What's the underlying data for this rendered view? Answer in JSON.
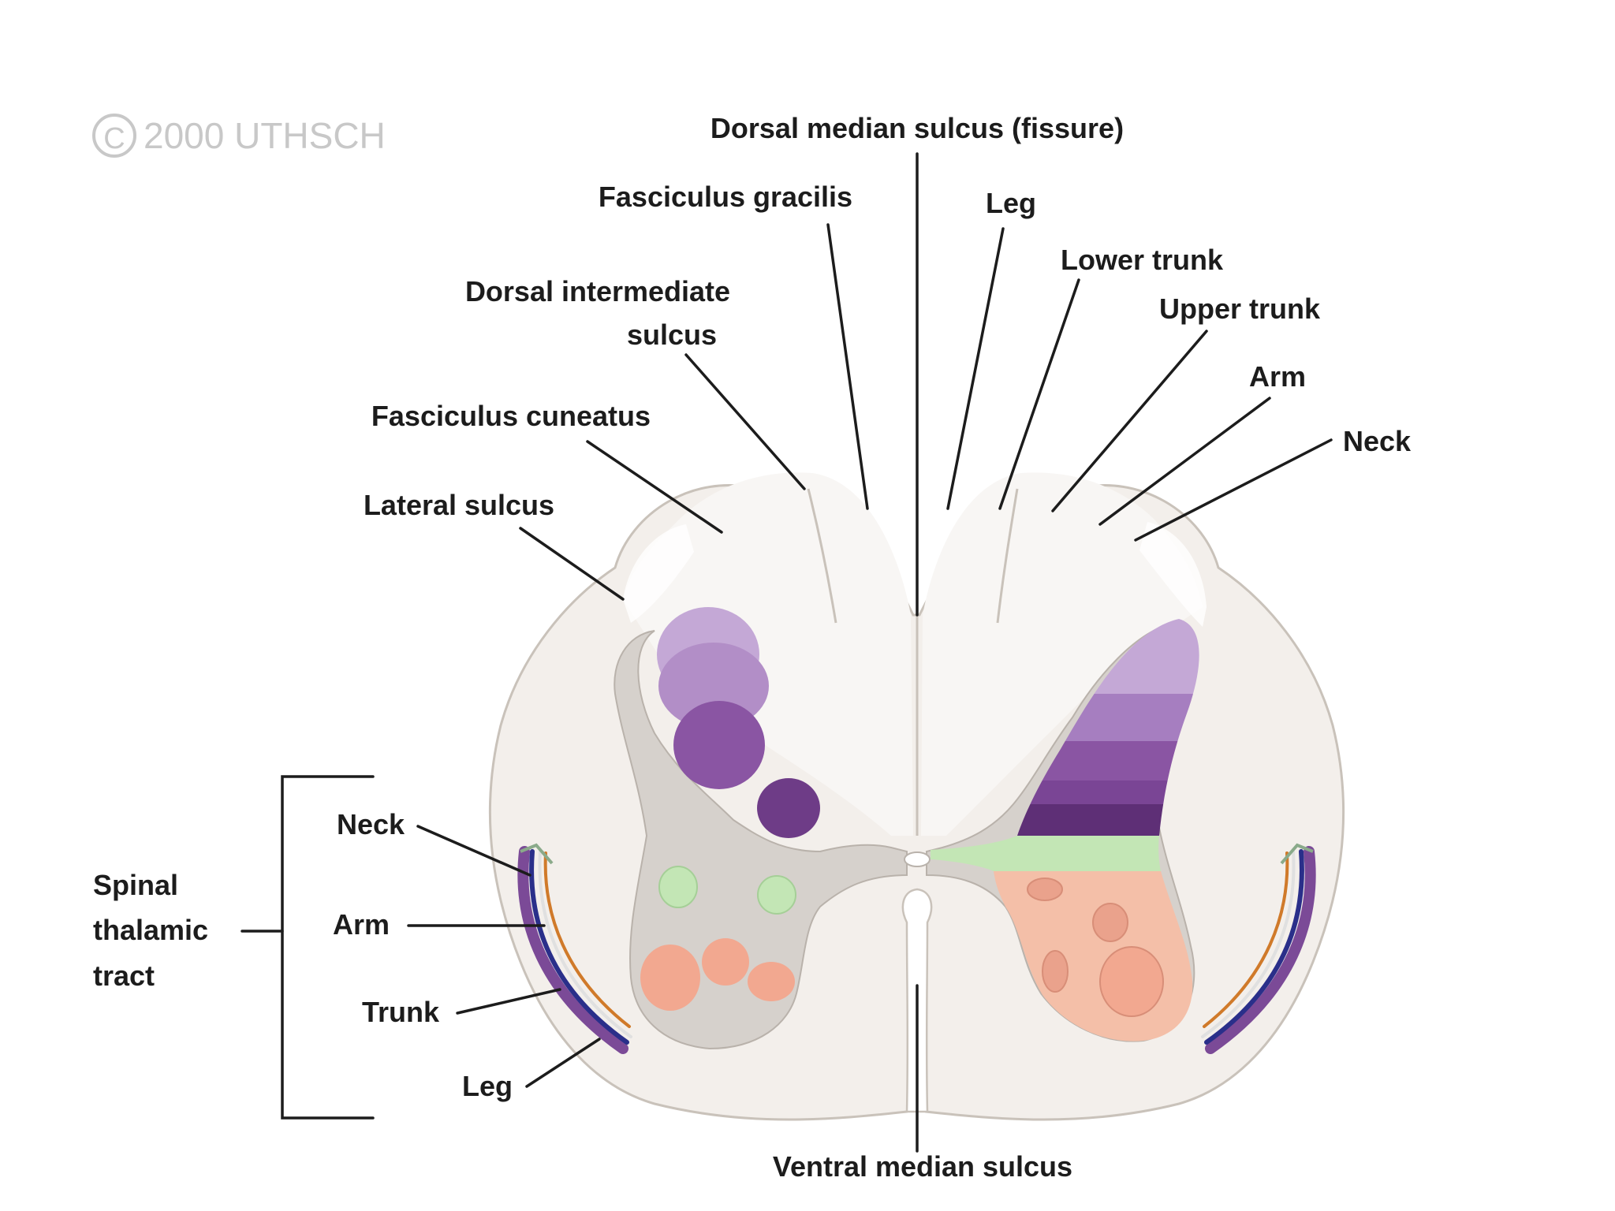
{
  "watermark": {
    "copyright_symbol": "C",
    "text": "2000 UTHSCH"
  },
  "labels": {
    "dorsal_median_sulcus": "Dorsal median sulcus (fissure)",
    "fasciculus_gracilis": "Fasciculus gracilis",
    "dorsal_intermediate_sulcus_line1": "Dorsal intermediate",
    "dorsal_intermediate_sulcus_line2": "sulcus",
    "fasciculus_cuneatus": "Fasciculus cuneatus",
    "lateral_sulcus": "Lateral sulcus",
    "right_leg": "Leg",
    "right_lower_trunk": "Lower trunk",
    "right_upper_trunk": "Upper trunk",
    "right_arm": "Arm",
    "right_neck": "Neck",
    "spinal_thalamic_tract_line1": "Spinal",
    "spinal_thalamic_tract_line2": "thalamic",
    "spinal_thalamic_tract_line3": "tract",
    "left_neck": "Neck",
    "left_arm": "Arm",
    "left_trunk": "Trunk",
    "left_leg": "Leg",
    "ventral_median_sulcus": "Ventral median sulcus"
  },
  "colors": {
    "white_matter": "#f3efeb",
    "dorsal_white_matter": "#f8f6f4",
    "gray_matter": "#d6d1cc",
    "purple_light": "#c4a8d6",
    "purple_mid": "#9b6bb3",
    "purple_dark": "#6e3c87",
    "green": "#c3e6b5",
    "salmon": "#f2a890",
    "salmon_light": "#f4bfa8"
  }
}
